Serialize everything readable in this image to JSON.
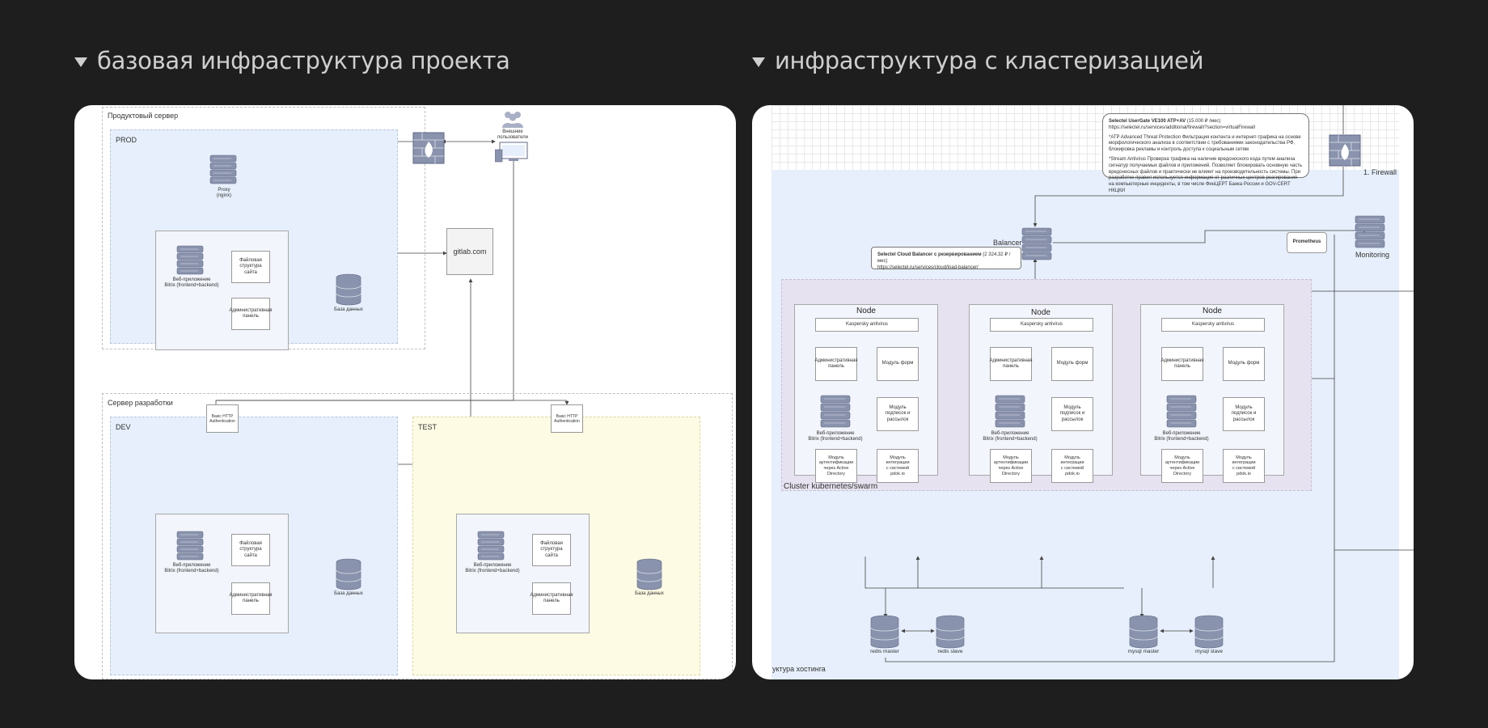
{
  "headings": {
    "left": "базовая инфраструктура проекта",
    "right": "инфраструктура с кластеризацией"
  },
  "left": {
    "prod_server_label": "Продуктовый сервер",
    "prod_label": "PROD",
    "proxy_label": "Proxy\n(nginx)",
    "external_users_label": "Внешние\nпользователи",
    "gitlab_label": "gitlab.com",
    "webapp_label": "Веб-приложение\nBitrix (frontend+backend)",
    "file_structure_label": "Файловая\nструктура\nсайта",
    "admin_panel_label": "Административная\nпанель",
    "database_label": "База данных",
    "dev_server_label": "Сервер разработки",
    "dev_label": "DEV",
    "test_label": "TEST",
    "basic_auth_label": "Basic HTTP\nAuthentication"
  },
  "right": {
    "usergate_title": "Selectel UserGate VE100 ATP+AV",
    "usergate_price": "(15.000 ₽ /мес)",
    "usergate_url": "https://selectel.ru/services/additional/firewall/?section=virtualFirewall",
    "usergate_atp": "*ATP Advanced Threat Protection Фильтрация контента и интернет-трафика на основе морфологического анализа в соответствии с требованиями законодательства РФ, блокировка рекламы и контроль доступа к социальным сетям",
    "usergate_av": "*Stream Antivirus Проверка трафика на наличие вредоносного кода путем анализа сигнатур получаемых файлов и приложений. Позволяет блокировать основную часть вредоносных файлов и практически не влияет на производительность системы. При разработке правил используется информация от различных центров реагирования на компьютерные инциденты, в том числе ФинЦЕРТ Банка России и GOV-CERT НКЦКИ",
    "firewall_label": "1. Firewall",
    "balancer_title": "Selectel Cloud Balancer с резервированием",
    "balancer_price": "(2 324,32 ₽ /мес)",
    "balancer_url": "https://selectel.ru/services/cloud/load-balancer/",
    "balancer_label": "Balancer",
    "prometheus_label": "Prometheus",
    "monitoring_label": "Monitoring",
    "node_label": "Node",
    "kaspersky_label": "Kaspersky antivirus",
    "admin_panel_label": "Административная\nпанель",
    "forms_module_label": "Модуль форм",
    "subscriptions_module_label": "Модуль подписок и\nрассылок",
    "webapp_label": "Веб-приложение\nBitrix (frontend+backend)",
    "ad_module_label": "Модуль\nаутентификации\nчерез Active\nDirectory",
    "pdok_module_label": "Модуль интеграции\nс системой pdok.io",
    "cluster_label": "Cluster kubernetes/swarm",
    "redis_master": "redis master",
    "redis_slave": "redis slave",
    "mysql_master": "mysql master",
    "mysql_slave": "mysql slave",
    "hosting_label": "уктура хостинга"
  },
  "colors": {
    "background": "#1e1e1e",
    "zone_blue": "#e6effb",
    "zone_yellow": "#fdfbe3",
    "cluster_purple": "#e6e2ef",
    "icon_server": "#8a93ad"
  }
}
